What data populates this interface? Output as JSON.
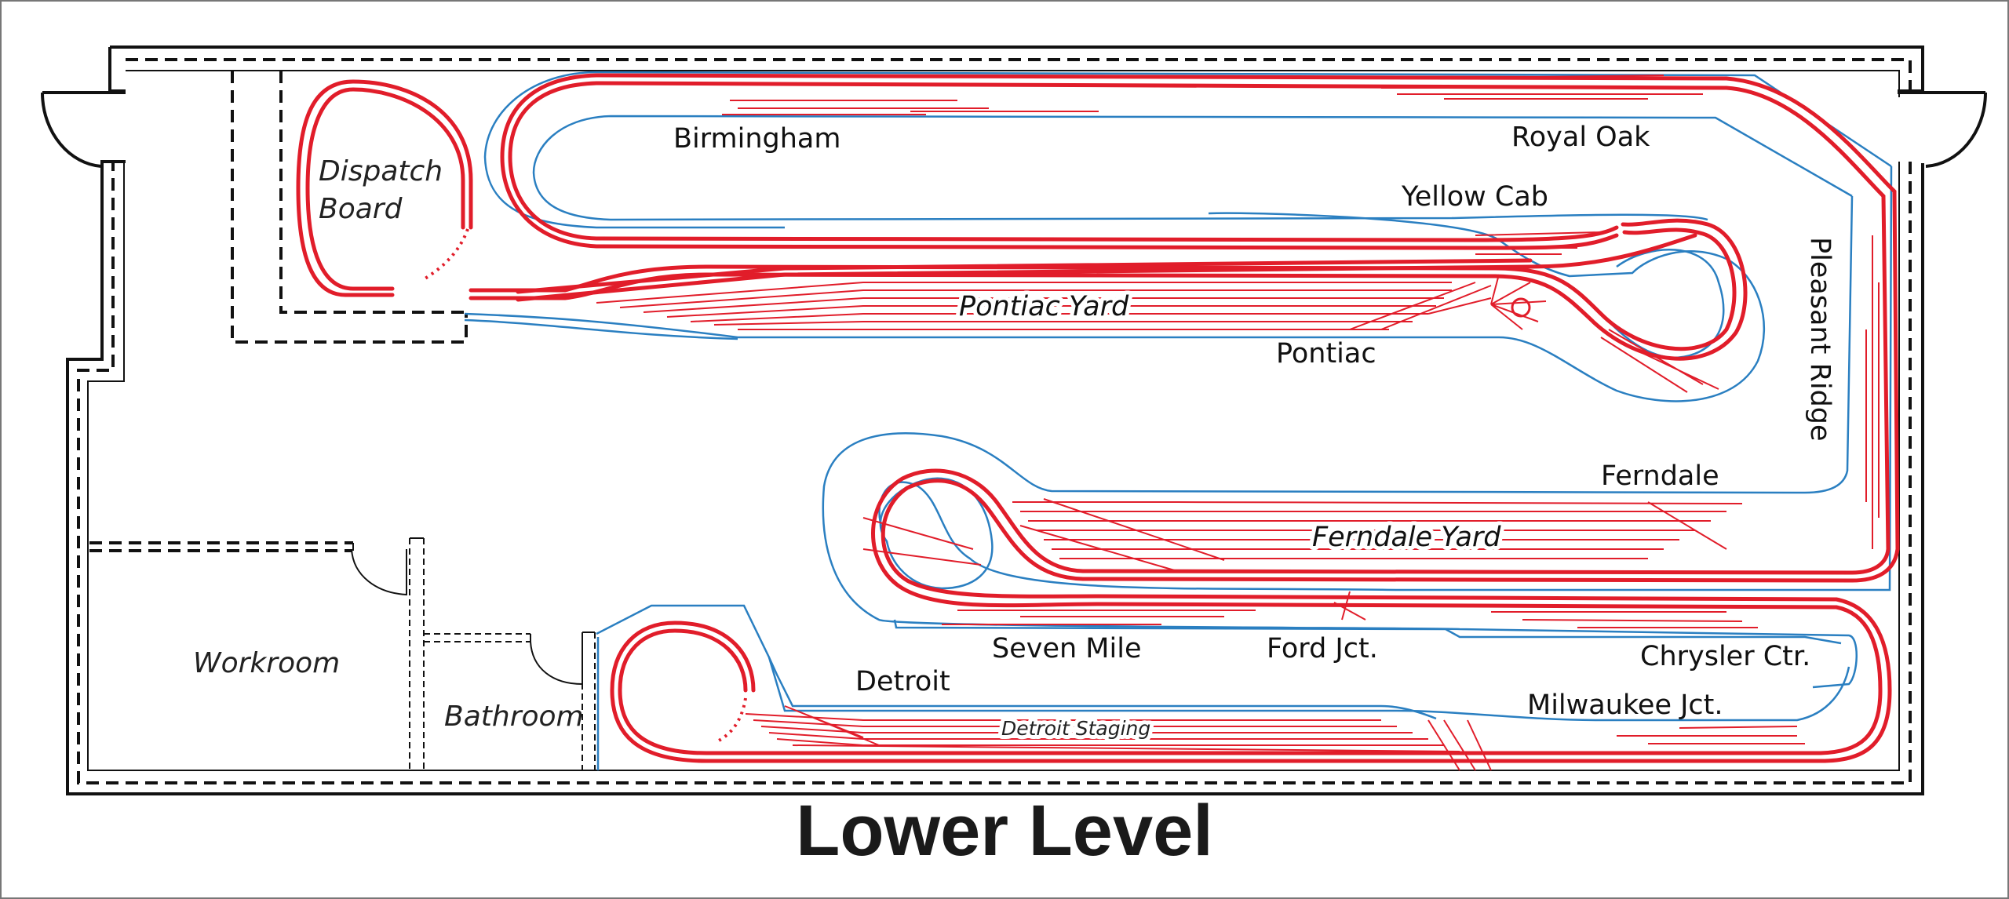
{
  "title": "Lower Level",
  "rooms": {
    "dispatch_line1": "Dispatch",
    "dispatch_line2": "Board",
    "workroom": "Workroom",
    "bathroom": "Bathroom"
  },
  "locations": {
    "birmingham": "Birmingham",
    "royal_oak": "Royal Oak",
    "yellow_cab": "Yellow Cab",
    "pontiac_yard": "Pontiac Yard",
    "pontiac": "Pontiac",
    "pleasant_ridge": "Pleasant Ridge",
    "ferndale": "Ferndale",
    "ferndale_yard": "Ferndale Yard",
    "seven_mile": "Seven Mile",
    "ford_jct": "Ford Jct.",
    "chrysler_ctr": "Chrysler Ctr.",
    "detroit": "Detroit",
    "milwaukee_jct": "Milwaukee Jct.",
    "detroit_staging": "Detroit Staging"
  },
  "colors": {
    "track": "#e11d2a",
    "benchwork": "#2a7fc1",
    "walls": "#111111"
  }
}
